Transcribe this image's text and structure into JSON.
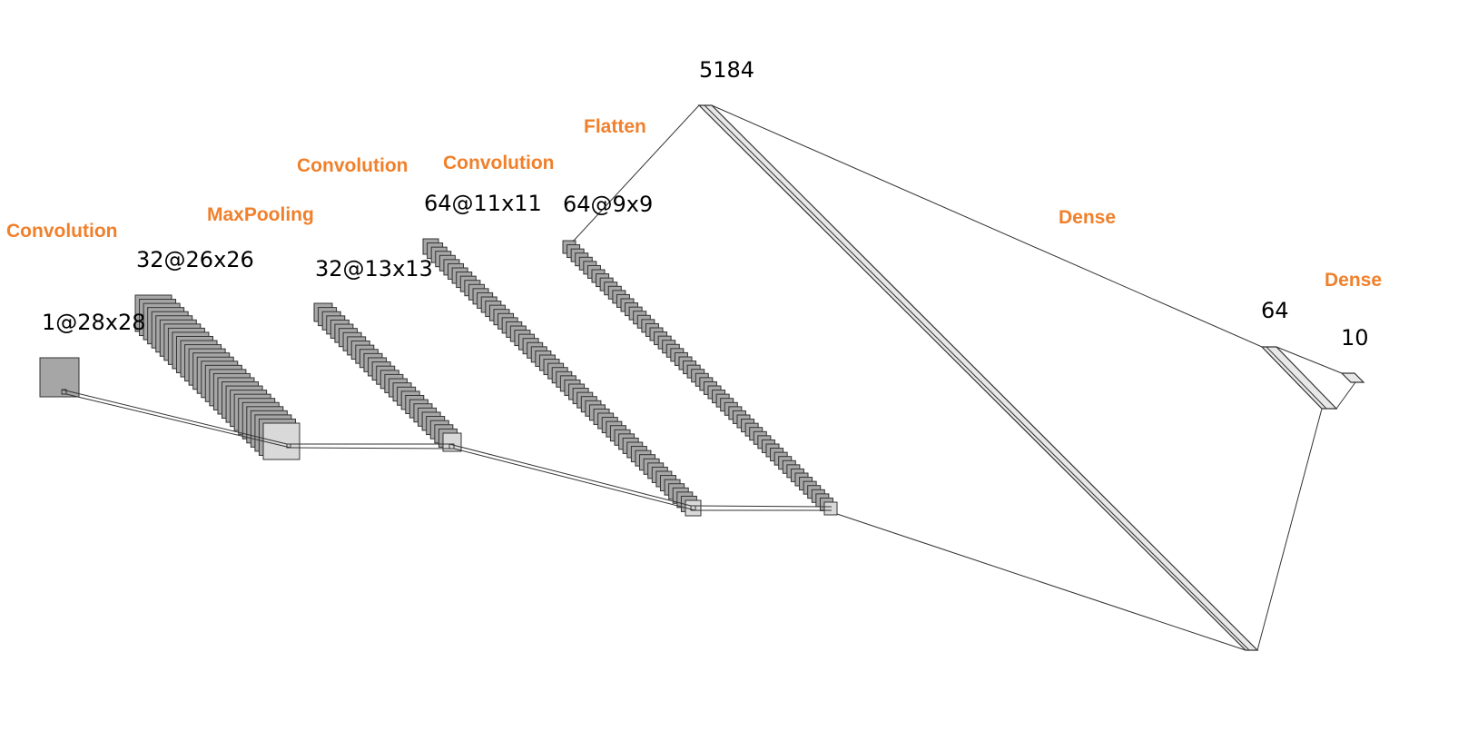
{
  "colors": {
    "operation_label": "#f0802b",
    "feature_map_fill": "#a6a6a6",
    "feature_map_last_fill": "#d9d9d9",
    "vector_face": "#e8e8e8",
    "outline": "#333333"
  },
  "layers": [
    {
      "id": "input",
      "shape_label": "1@28x28",
      "maps": 1
    },
    {
      "id": "conv1",
      "shape_label": "32@26x26",
      "maps": 32
    },
    {
      "id": "pool1",
      "shape_label": "32@13x13",
      "maps": 32
    },
    {
      "id": "conv2",
      "shape_label": "64@11x11",
      "maps": 64
    },
    {
      "id": "conv3",
      "shape_label": "64@9x9",
      "maps": 64
    },
    {
      "id": "flatten",
      "shape_label": "5184",
      "units": 5184
    },
    {
      "id": "dense1",
      "shape_label": "64",
      "units": 64
    },
    {
      "id": "dense2",
      "shape_label": "10",
      "units": 10
    }
  ],
  "operations": [
    {
      "id": "op-conv1",
      "label": "Convolution"
    },
    {
      "id": "op-pool1",
      "label": "MaxPooling"
    },
    {
      "id": "op-conv2",
      "label": "Convolution"
    },
    {
      "id": "op-conv3",
      "label": "Convolution"
    },
    {
      "id": "op-flatten",
      "label": "Flatten"
    },
    {
      "id": "op-dense1",
      "label": "Dense"
    },
    {
      "id": "op-dense2",
      "label": "Dense"
    }
  ]
}
